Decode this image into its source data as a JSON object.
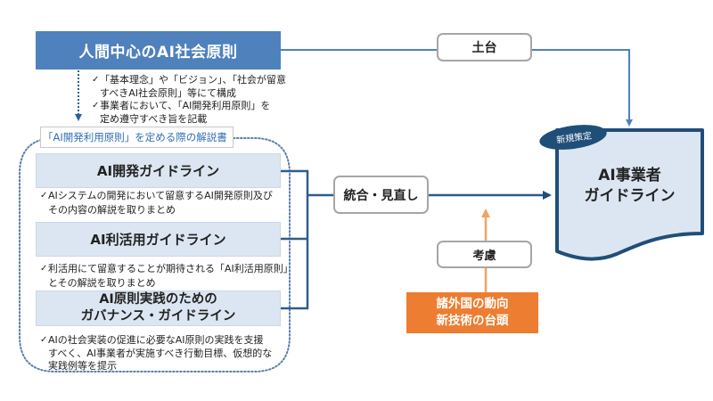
{
  "icons": {
    "check": "✓"
  },
  "colors": {
    "primary_blue": "#4f81bd",
    "bracket_blue": "#2f5d8a",
    "doc_border": "#1f4e79",
    "doc_fill": "#dce6f2",
    "guide_fill": "#dce6f2",
    "orange": "#ed7d31",
    "orange_line": "#f4a261",
    "label_text": "#2e6eb5"
  },
  "top_principle": {
    "title": "人間中心のAI社会原則",
    "bullets": [
      {
        "lines": [
          "「基本理念」や「ビジョン」、「社会が留意",
          "すべきAI社会原則」等にて構成"
        ]
      },
      {
        "lines": [
          "事業者において、「AI開発利用原則」を",
          "定め遵守すべき旨を記載"
        ]
      }
    ]
  },
  "explainer_group": {
    "label": "「AI開発利用原則」を定める際の解説書",
    "guidelines": [
      {
        "title_lines": [
          "AI開発ガイドライン"
        ],
        "desc_lines": [
          "AIシステムの開発において留意するAI開発原則及び",
          "その内容の解説を取りまとめ"
        ]
      },
      {
        "title_lines": [
          "AI利活用ガイドライン"
        ],
        "desc_lines": [
          "利活用にて留意することが期待される「AI利活用原則」",
          "とその解説を取りまとめ"
        ]
      },
      {
        "title_lines": [
          "AI原則実践のための",
          "ガバナンス・ガイドライン"
        ],
        "desc_lines": [
          "AIの社会実装の促進に必要なAI原則の実践を支援",
          "すべく、AI事業者が実施すべき行動目標、仮想的な",
          "実践例等を提示"
        ]
      }
    ]
  },
  "connectors": {
    "foundation": "土台",
    "integrate_review": "統合・見直し",
    "consideration": "考慮"
  },
  "external_factors": {
    "lines": [
      "諸外国の動向",
      "新技術の台頭"
    ]
  },
  "result_document": {
    "badge": "新規策定",
    "title_lines": [
      "AI事業者",
      "ガイドライン"
    ]
  }
}
